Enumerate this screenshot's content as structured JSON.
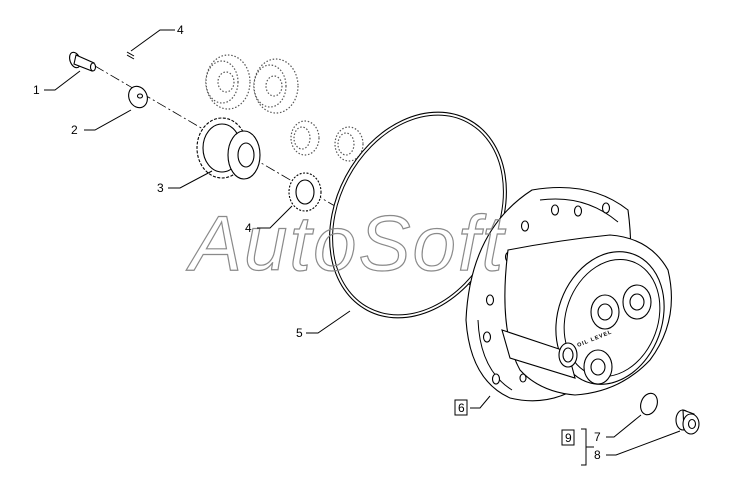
{
  "callouts": [
    {
      "id": "1",
      "text": "1"
    },
    {
      "id": "2",
      "text": "2"
    },
    {
      "id": "3",
      "text": "3"
    },
    {
      "id": "4a",
      "text": "4"
    },
    {
      "id": "4b",
      "text": "4"
    },
    {
      "id": "5",
      "text": "5"
    },
    {
      "id": "6",
      "text": "6"
    },
    {
      "id": "7",
      "text": "7"
    },
    {
      "id": "8",
      "text": "8"
    },
    {
      "id": "9",
      "text": "9"
    }
  ],
  "watermark": "AutoSoft",
  "housing_stamp": "OIL LEVEL",
  "colors": {
    "line": "#000000",
    "watermark": "#8a8a8a",
    "background": "#ffffff"
  }
}
